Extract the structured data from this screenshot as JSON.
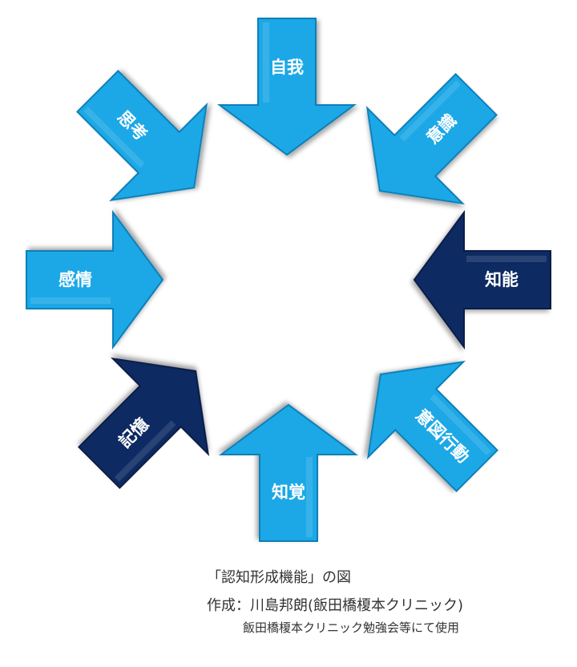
{
  "diagram": {
    "arrows": [
      {
        "key": "top",
        "label": "自我",
        "style": "light"
      },
      {
        "key": "top-right",
        "label": "意識",
        "style": "light"
      },
      {
        "key": "right",
        "label": "知能",
        "style": "dark"
      },
      {
        "key": "bottom-right",
        "label": "意図行動",
        "style": "light"
      },
      {
        "key": "bottom",
        "label": "知覚",
        "style": "light"
      },
      {
        "key": "bottom-left",
        "label": "記憶",
        "style": "dark"
      },
      {
        "key": "left",
        "label": "感情",
        "style": "light"
      },
      {
        "key": "top-left",
        "label": "思考",
        "style": "light"
      }
    ],
    "colors": {
      "light": "#1fa8e6",
      "light_edge": "#0a7fb8",
      "dark": "#0f2a62",
      "dark_edge": "#071a45",
      "shadow": "#000000"
    }
  },
  "caption": {
    "title": "「認知形成機能」の図",
    "author": "作成：川島邦朗(飯田橋榎本クリニック)",
    "usage": "飯田橋榎本クリニック勉強会等にて使用"
  }
}
